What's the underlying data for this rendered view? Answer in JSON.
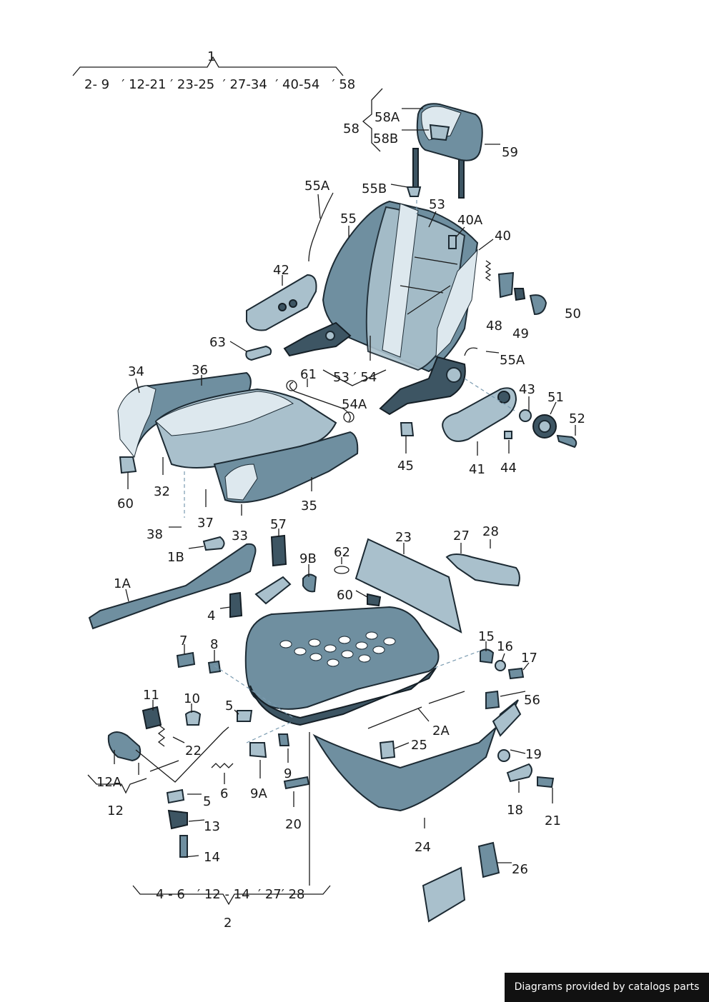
{
  "colors": {
    "part": "#6f8fa0",
    "part_light": "#a9c0cc",
    "part_dark": "#3d5563",
    "outline": "#1c2a33"
  },
  "header": {
    "top_number": "1",
    "top_range": "2- 9   ′ 12-21 ′ 23-25  ′ 27-34  ′ 40-54   ′ 58"
  },
  "footer": {
    "bottom_range": "4 - 6   ′ 12 - 14  ′ 27′ 28",
    "bottom_number": "2"
  },
  "credit": "Diagrams provided by catalogs parts",
  "labels": {
    "58": "58",
    "58A": "58A",
    "58B": "58B",
    "59": "59",
    "55A_top": "55A",
    "55B": "55B",
    "53": "53",
    "40A": "40A",
    "40": "40",
    "55": "55",
    "42": "42",
    "48": "48",
    "49": "49",
    "50": "50",
    "63": "63",
    "55A_right": "55A",
    "34": "34",
    "36": "36",
    "61": "61",
    "53_54": "53 ′ 54",
    "54A": "54A",
    "43": "43",
    "51": "51",
    "52": "52",
    "45": "45",
    "41": "41",
    "44": "44",
    "60_left": "60",
    "32": "32",
    "35": "35",
    "37": "37",
    "38": "38",
    "33": "33",
    "57": "57",
    "23": "23",
    "27": "27",
    "28": "28",
    "1B": "1B",
    "9B": "9B",
    "62": "62",
    "1A": "1A",
    "60_mid": "60",
    "4": "4",
    "15": "15",
    "16": "16",
    "17": "17",
    "7": "7",
    "8": "8",
    "56": "56",
    "11": "11",
    "10": "10",
    "5_top": "5",
    "2A": "2A",
    "25": "25",
    "22": "22",
    "19": "19",
    "12A": "12A",
    "6": "6",
    "9A": "9A",
    "9": "9",
    "5_bottom": "5",
    "12": "12",
    "18": "18",
    "21": "21",
    "20": "20",
    "13": "13",
    "14": "14",
    "24": "24",
    "26": "26"
  }
}
